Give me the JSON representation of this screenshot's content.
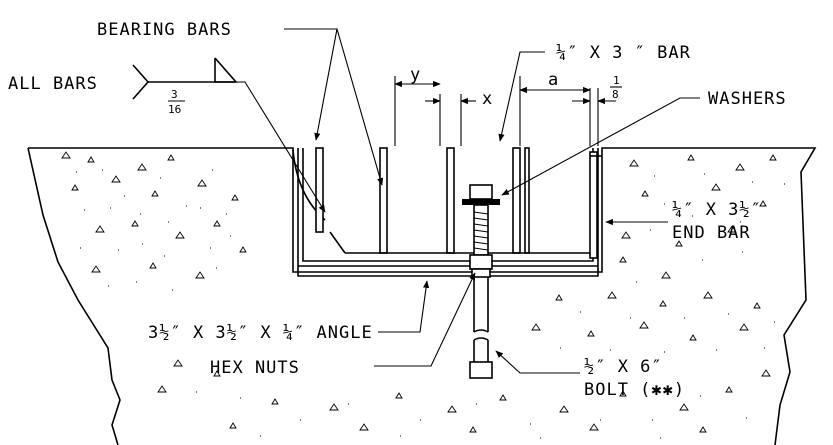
{
  "labels": {
    "bearing_bars": "BEARING BARS",
    "all_bars": "ALL BARS",
    "weld_size_num": "3",
    "weld_size_den": "16",
    "top_bar": "¼″ X 3 ″ BAR",
    "dim_y": "y",
    "dim_x": "x",
    "dim_a": "a",
    "dim_eighth_num": "1",
    "dim_eighth_den": "8",
    "washers": "WASHERS",
    "end_bar_size": "¼″ X 3½″",
    "end_bar": "END BAR",
    "angle": "3½″ X 3½″ X ¼″ ANGLE",
    "hex_nuts": "HEX NUTS",
    "bolt_size": "½″ X 6″",
    "bolt": "BOLT (✱✱)"
  },
  "colors": {
    "ink": "#000000",
    "paper": "#ffffff"
  }
}
